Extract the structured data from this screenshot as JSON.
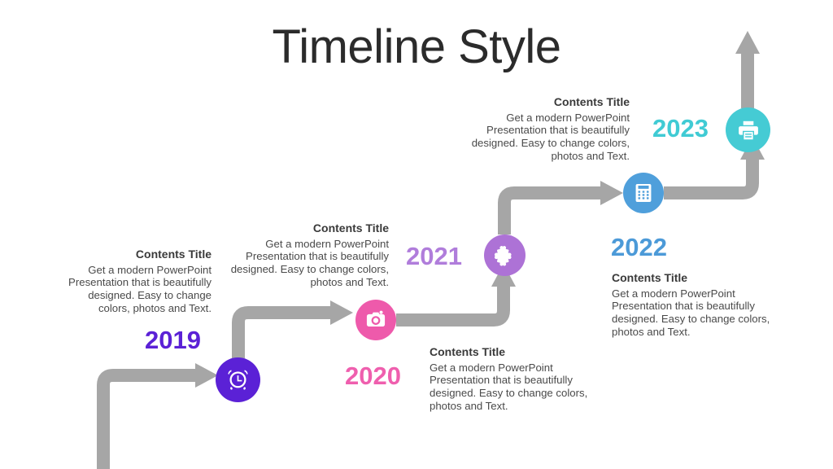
{
  "title": "Timeline Style",
  "colors": {
    "connector": "#a6a6a6",
    "background": "#ffffff",
    "title_text": "#2b2b2b",
    "heading_text": "#3a3a3a",
    "body_text": "#4a4a4a"
  },
  "milestones": [
    {
      "year": "2019",
      "year_color": "#5b21d6",
      "node_color": "#5b21d6",
      "icon": "alarm-clock-icon",
      "heading": "Contents Title",
      "body": "Get a modern PowerPoint Presentation that is beautifully designed. Easy to change colors, photos and Text.",
      "align": "right"
    },
    {
      "year": "2020",
      "year_color": "#ef5fae",
      "node_color": "#ee5aab",
      "icon": "camera-icon",
      "heading": "Contents Title",
      "body": "Get a modern PowerPoint Presentation that is beautifully designed. Easy to change colors, photos and Text.",
      "align": "left"
    },
    {
      "year": "2021",
      "year_color": "#b07ddb",
      "node_color": "#ad72d6",
      "icon": "puzzle-piece-icon",
      "heading": "Contents Title",
      "body": "Get a modern PowerPoint Presentation that is beautifully designed. Easy to change colors, photos and Text.",
      "align": "right"
    },
    {
      "year": "2022",
      "year_color": "#4c9ad8",
      "node_color": "#4f9fdb",
      "icon": "calculator-icon",
      "heading": "Contents Title",
      "body": "Get a modern PowerPoint Presentation that is beautifully designed. Easy to change colors, photos and Text.",
      "align": "left"
    },
    {
      "year": "2023",
      "year_color": "#40cbd4",
      "node_color": "#45cbd4",
      "icon": "printer-icon",
      "heading": "Contents Title",
      "body": "Get a modern PowerPoint Presentation that is beautifully designed. Easy to change colors, photos and Text.",
      "align": "right"
    }
  ]
}
